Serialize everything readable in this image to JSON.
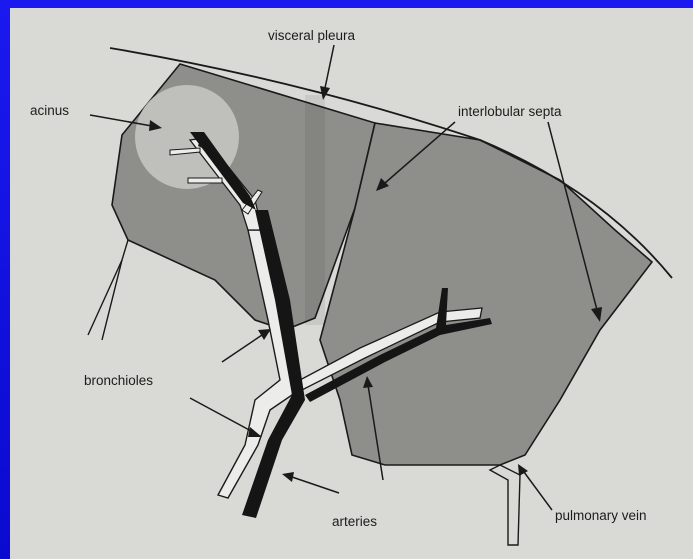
{
  "diagram": {
    "labels": {
      "visceral_pleura": "visceral pleura",
      "acinus": "acinus",
      "interlobular_septa": "interlobular septa",
      "bronchioles": "bronchioles",
      "arteries": "arteries",
      "pulmonary_vein": "pulmonary vein"
    },
    "colors": {
      "background": "#1010d8",
      "paper": "#d9d9d5",
      "lobule_fill": "#8e8e8a",
      "acinus_fill": "#c2c2be",
      "ink": "#1a1a1a"
    }
  }
}
